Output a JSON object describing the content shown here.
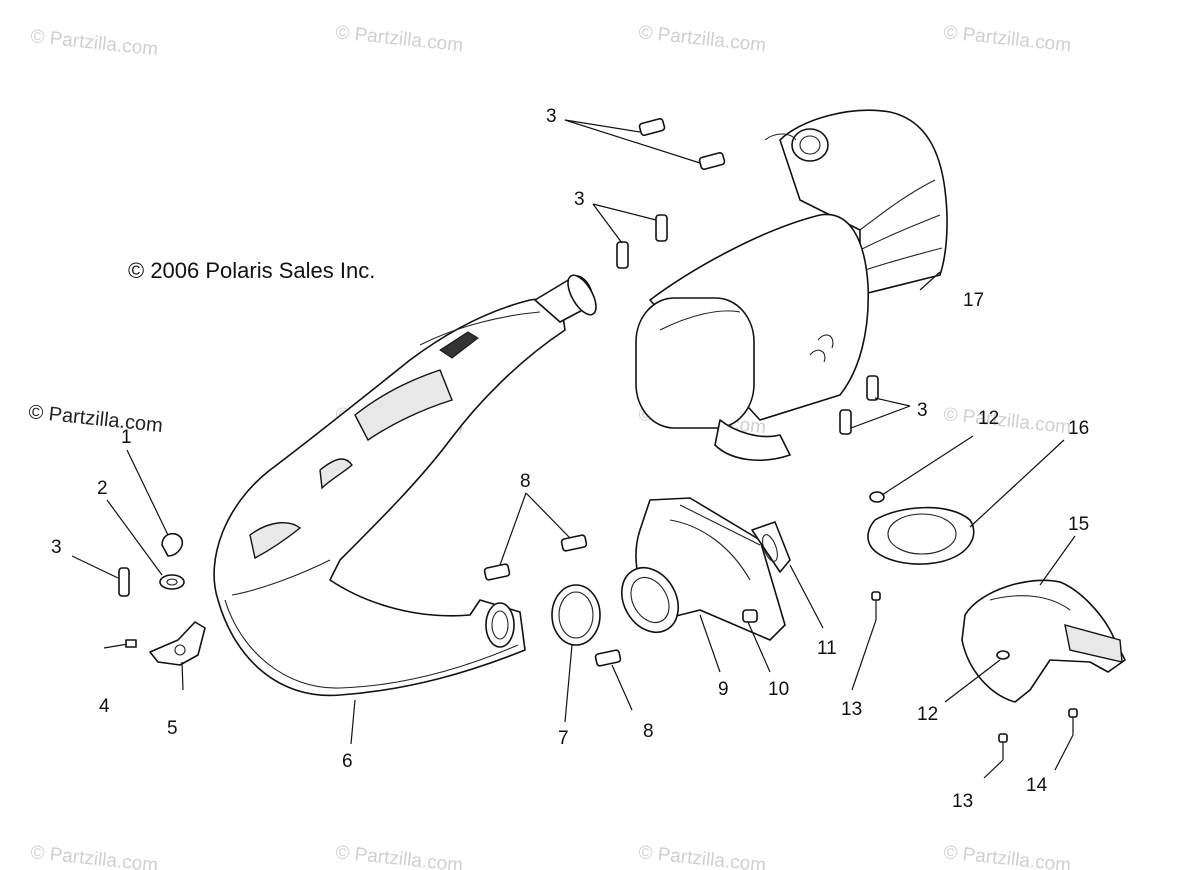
{
  "diagram": {
    "copyright": "© 2006 Polaris Sales Inc.",
    "watermark_text": "© Partzilla.com",
    "callouts": [
      "1",
      "2",
      "3",
      "4",
      "5",
      "6",
      "7",
      "8",
      "9",
      "10",
      "11",
      "12",
      "13",
      "14",
      "15",
      "16",
      "17"
    ]
  }
}
